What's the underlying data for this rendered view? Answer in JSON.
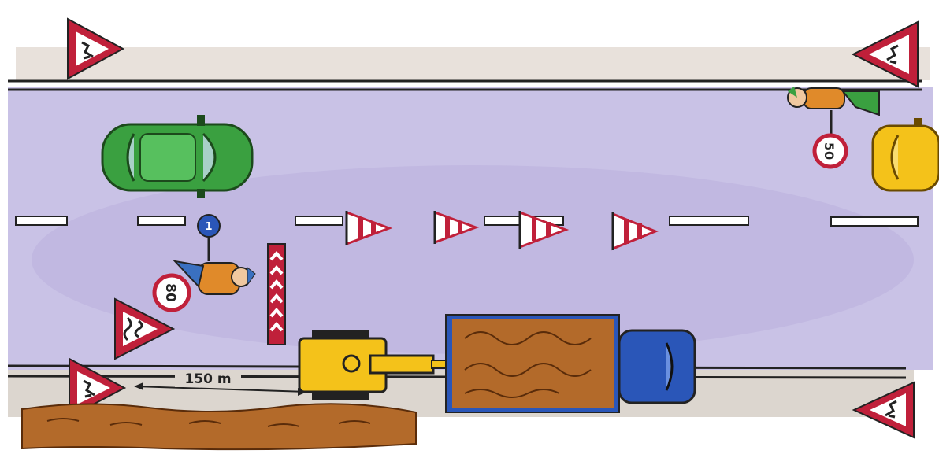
{
  "illustration": {
    "distance_label": "150 m",
    "speed_limit_left": "80",
    "speed_limit_right": "50",
    "guide_arrow_sign": "1",
    "colors": {
      "road": "#c9c2e6",
      "road_shade": "#b8aedb",
      "shoulder": "#d9d3cb",
      "sign_red": "#c0203a",
      "car_green": "#3aa040",
      "truck_blue": "#2a56b8",
      "excavator_yellow": "#f4c21a",
      "soil_brown": "#b36a2a",
      "worker_orange": "#e08a2a"
    },
    "icons": [
      "roadworks-warning-sign-icon",
      "uneven-road-warning-sign-icon",
      "speed-limit-sign-icon",
      "keep-right-sign-icon",
      "chevron-barrier-icon",
      "traffic-cone-icon"
    ]
  }
}
